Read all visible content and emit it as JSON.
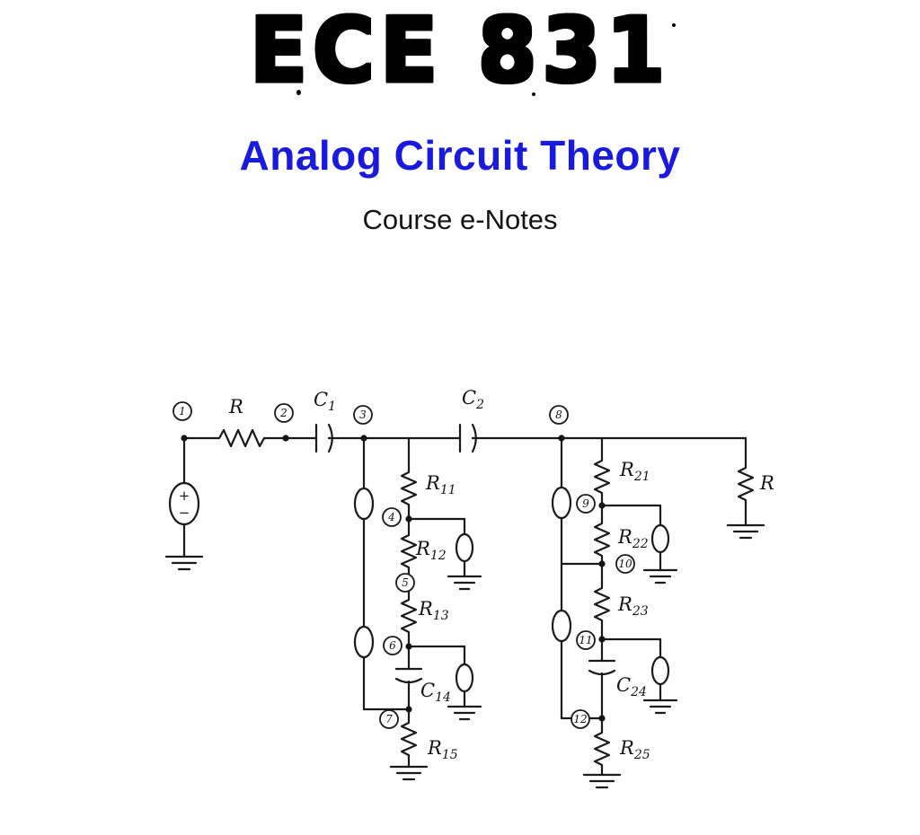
{
  "header": {
    "course_code": "ECE 831",
    "title": "Analog Circuit Theory",
    "subtitle": "Course e-Notes",
    "title_color": "#1a1adf"
  },
  "circuit": {
    "source": {
      "plus": "+",
      "minus": "−"
    },
    "nodes": {
      "n1": "1",
      "n2": "2",
      "n3": "3",
      "n4": "4",
      "n5": "5",
      "n6": "6",
      "n7": "7",
      "n8": "8",
      "n9": "9",
      "n10": "10",
      "n11": "11",
      "n12": "12"
    },
    "labels": {
      "r_series": {
        "main": "R",
        "sub": ""
      },
      "c1": {
        "main": "C",
        "sub": "1"
      },
      "c2": {
        "main": "C",
        "sub": "2"
      },
      "r11": {
        "main": "R",
        "sub": "11"
      },
      "r12": {
        "main": "R",
        "sub": "12"
      },
      "r13": {
        "main": "R",
        "sub": "13"
      },
      "c14": {
        "main": "C",
        "sub": "14"
      },
      "r15": {
        "main": "R",
        "sub": "15"
      },
      "r21": {
        "main": "R",
        "sub": "21"
      },
      "r22": {
        "main": "R",
        "sub": "22"
      },
      "r23": {
        "main": "R",
        "sub": "23"
      },
      "c24": {
        "main": "C",
        "sub": "24"
      },
      "r25": {
        "main": "R",
        "sub": "25"
      },
      "r_load": {
        "main": "R",
        "sub": ""
      }
    }
  }
}
